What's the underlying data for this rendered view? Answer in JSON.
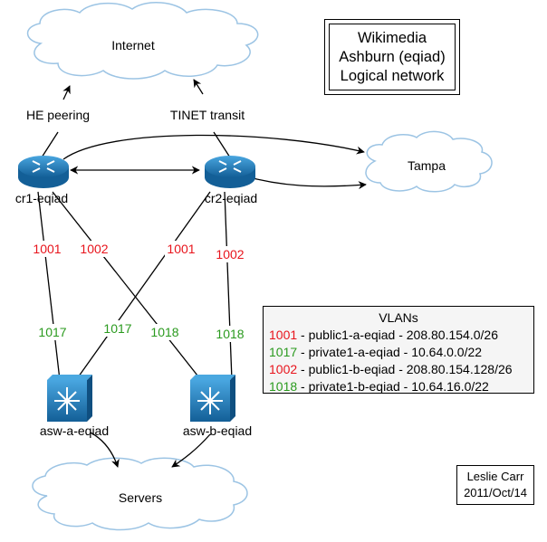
{
  "title": {
    "line1": "Wikimedia",
    "line2": "Ashburn (eqiad)",
    "line3": "Logical network"
  },
  "clouds": {
    "internet": "Internet",
    "tampa": "Tampa",
    "servers": "Servers"
  },
  "links": {
    "he_peering": "HE peering",
    "tinet_transit": "TINET transit"
  },
  "routers": {
    "cr1": "cr1-eqiad",
    "cr2": "cr2-eqiad"
  },
  "switches": {
    "asw_a": "asw-a-eqiad",
    "asw_b": "asw-b-eqiad"
  },
  "vlan_labels": {
    "cr1_1001": "1001",
    "cr1_1002": "1002",
    "cr2_1001": "1001",
    "cr2_1002": "1002",
    "a_1017": "1017",
    "a_1017_cr2": "1017",
    "b_1018_cr1": "1018",
    "b_1018": "1018"
  },
  "vlans": {
    "title": "VLANs",
    "rows": [
      {
        "id": "1001",
        "desc": " - public1-a-eqiad - 208.80.154.0/26",
        "color": "#e8141c"
      },
      {
        "id": "1017",
        "desc": " - private1-a-eqiad - 10.64.0.0/22",
        "color": "#2a9a1e"
      },
      {
        "id": "1002",
        "desc": " - public1-b-eqiad - 208.80.154.128/26",
        "color": "#e8141c"
      },
      {
        "id": "1018",
        "desc": " - private1-b-eqiad - 10.64.16.0/22",
        "color": "#2a9a1e"
      }
    ]
  },
  "credit": {
    "author": "Leslie Carr",
    "date": "2011/Oct/14"
  },
  "colors": {
    "device": "#1e86c8",
    "cloud_stroke": "#9cc4e4",
    "red": "#e8141c",
    "green": "#2a9a1e"
  }
}
